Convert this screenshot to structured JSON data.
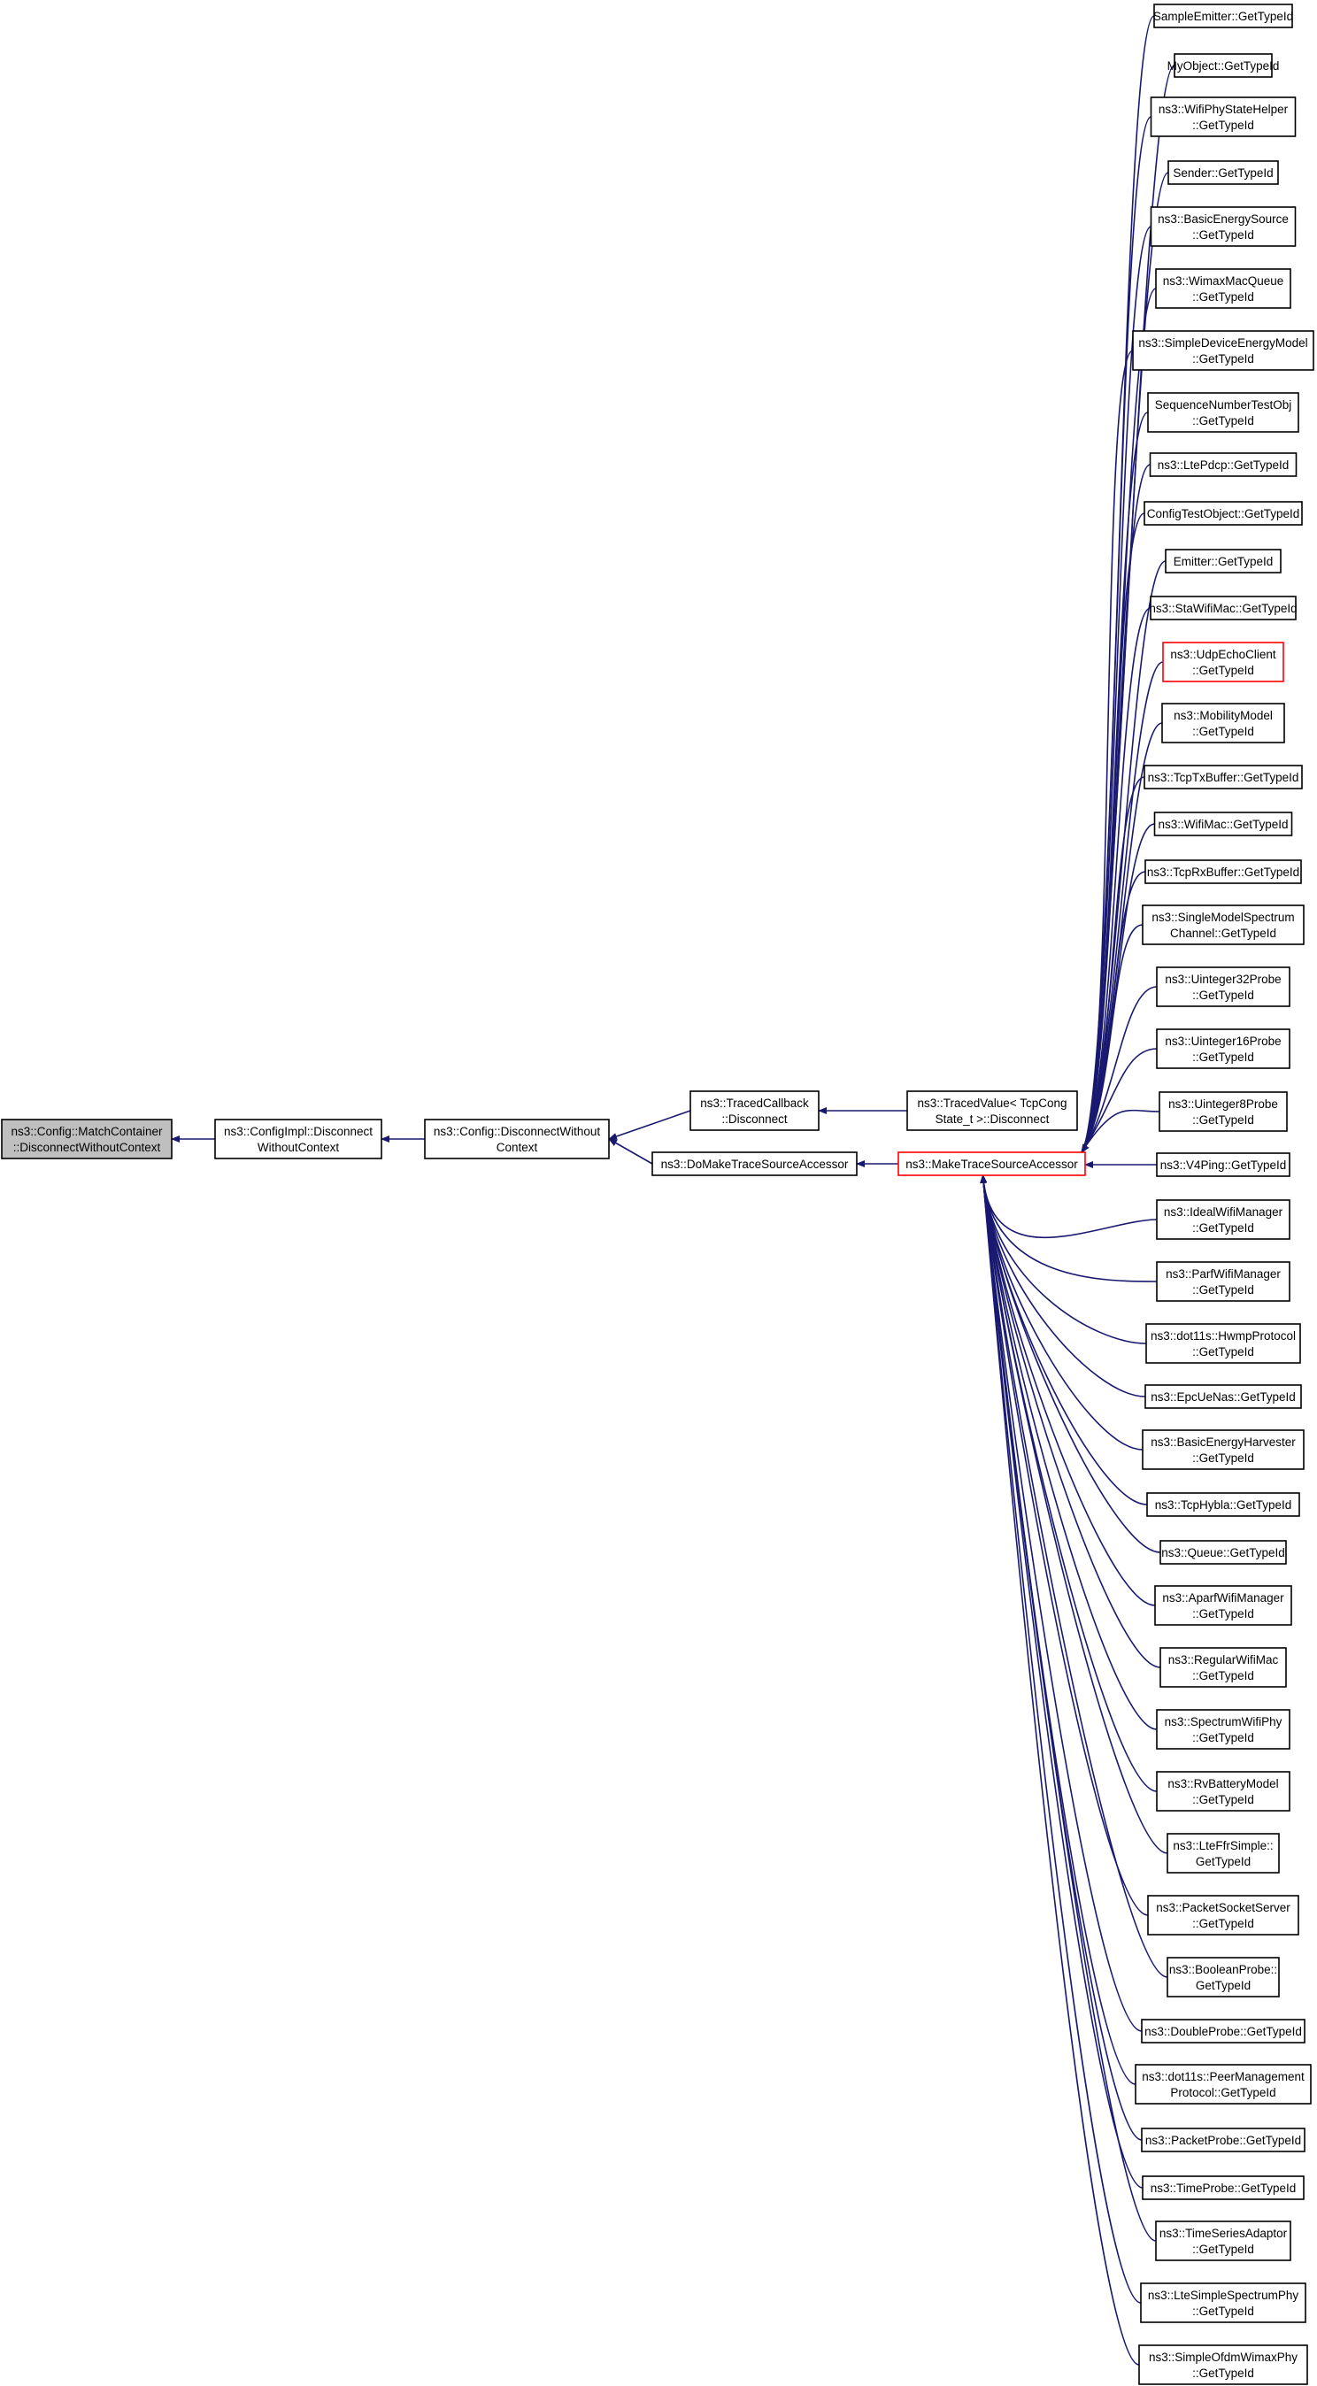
{
  "colors": {
    "edge": "#191970",
    "node_border": "#000000",
    "highlight_border": "#ff0000",
    "root_fill": "#bfbfbf",
    "node_fill": "#ffffff"
  },
  "nodes": [
    {
      "id": "root",
      "lines": [
        "ns3::Config::MatchContainer",
        "::DisconnectWithoutContext"
      ]
    },
    {
      "id": "configimpl",
      "lines": [
        "ns3::ConfigImpl::Disconnect",
        "WithoutContext"
      ]
    },
    {
      "id": "cfgdisc",
      "lines": [
        "ns3::Config::DisconnectWithout",
        "Context"
      ]
    },
    {
      "id": "tracedcb",
      "lines": [
        "ns3::TracedCallback",
        "::Disconnect"
      ]
    },
    {
      "id": "domake",
      "lines": [
        "ns3::DoMakeTraceSourceAccessor"
      ]
    },
    {
      "id": "tracedval",
      "lines": [
        "ns3::TracedValue< TcpCong",
        "State_t >::Disconnect"
      ]
    },
    {
      "id": "maketsa",
      "lines": [
        "ns3::MakeTraceSourceAccessor"
      ]
    },
    {
      "id": "c0",
      "lines": [
        "SampleEmitter::GetTypeId"
      ]
    },
    {
      "id": "c1",
      "lines": [
        "MyObject::GetTypeId"
      ]
    },
    {
      "id": "c2",
      "lines": [
        "ns3::WifiPhyStateHelper",
        "::GetTypeId"
      ]
    },
    {
      "id": "c3",
      "lines": [
        "Sender::GetTypeId"
      ]
    },
    {
      "id": "c4",
      "lines": [
        "ns3::BasicEnergySource",
        "::GetTypeId"
      ]
    },
    {
      "id": "c5",
      "lines": [
        "ns3::WimaxMacQueue",
        "::GetTypeId"
      ]
    },
    {
      "id": "c6",
      "lines": [
        "ns3::SimpleDeviceEnergyModel",
        "::GetTypeId"
      ]
    },
    {
      "id": "c7",
      "lines": [
        "SequenceNumberTestObj",
        "::GetTypeId"
      ]
    },
    {
      "id": "c8",
      "lines": [
        "ns3::LtePdcp::GetTypeId"
      ]
    },
    {
      "id": "c9",
      "lines": [
        "ConfigTestObject::GetTypeId"
      ]
    },
    {
      "id": "c10",
      "lines": [
        "Emitter::GetTypeId"
      ]
    },
    {
      "id": "c11",
      "lines": [
        "ns3::StaWifiMac::GetTypeId"
      ]
    },
    {
      "id": "c12",
      "lines": [
        "ns3::UdpEchoClient",
        "::GetTypeId"
      ]
    },
    {
      "id": "c13",
      "lines": [
        "ns3::MobilityModel",
        "::GetTypeId"
      ]
    },
    {
      "id": "c14",
      "lines": [
        "ns3::TcpTxBuffer::GetTypeId"
      ]
    },
    {
      "id": "c15",
      "lines": [
        "ns3::WifiMac::GetTypeId"
      ]
    },
    {
      "id": "c16",
      "lines": [
        "ns3::TcpRxBuffer::GetTypeId"
      ]
    },
    {
      "id": "c17",
      "lines": [
        "ns3::SingleModelSpectrum",
        "Channel::GetTypeId"
      ]
    },
    {
      "id": "c18",
      "lines": [
        "ns3::Uinteger32Probe",
        "::GetTypeId"
      ]
    },
    {
      "id": "c19",
      "lines": [
        "ns3::Uinteger16Probe",
        "::GetTypeId"
      ]
    },
    {
      "id": "c20",
      "lines": [
        "ns3::Uinteger8Probe",
        "::GetTypeId"
      ]
    },
    {
      "id": "c21",
      "lines": [
        "ns3::V4Ping::GetTypeId"
      ]
    },
    {
      "id": "c22",
      "lines": [
        "ns3::IdealWifiManager",
        "::GetTypeId"
      ]
    },
    {
      "id": "c23",
      "lines": [
        "ns3::ParfWifiManager",
        "::GetTypeId"
      ]
    },
    {
      "id": "c24",
      "lines": [
        "ns3::dot11s::HwmpProtocol",
        "::GetTypeId"
      ]
    },
    {
      "id": "c25",
      "lines": [
        "ns3::EpcUeNas::GetTypeId"
      ]
    },
    {
      "id": "c26",
      "lines": [
        "ns3::BasicEnergyHarvester",
        "::GetTypeId"
      ]
    },
    {
      "id": "c27",
      "lines": [
        "ns3::TcpHybla::GetTypeId"
      ]
    },
    {
      "id": "c28",
      "lines": [
        "ns3::Queue::GetTypeId"
      ]
    },
    {
      "id": "c29",
      "lines": [
        "ns3::AparfWifiManager",
        "::GetTypeId"
      ]
    },
    {
      "id": "c30",
      "lines": [
        "ns3::RegularWifiMac",
        "::GetTypeId"
      ]
    },
    {
      "id": "c31",
      "lines": [
        "ns3::SpectrumWifiPhy",
        "::GetTypeId"
      ]
    },
    {
      "id": "c32",
      "lines": [
        "ns3::RvBatteryModel",
        "::GetTypeId"
      ]
    },
    {
      "id": "c33",
      "lines": [
        "ns3::LteFfrSimple::",
        "GetTypeId"
      ]
    },
    {
      "id": "c34",
      "lines": [
        "ns3::PacketSocketServer",
        "::GetTypeId"
      ]
    },
    {
      "id": "c35",
      "lines": [
        "ns3::BooleanProbe::",
        "GetTypeId"
      ]
    },
    {
      "id": "c36",
      "lines": [
        "ns3::DoubleProbe::GetTypeId"
      ]
    },
    {
      "id": "c37",
      "lines": [
        "ns3::dot11s::PeerManagement",
        "Protocol::GetTypeId"
      ]
    },
    {
      "id": "c38",
      "lines": [
        "ns3::PacketProbe::GetTypeId"
      ]
    },
    {
      "id": "c39",
      "lines": [
        "ns3::TimeProbe::GetTypeId"
      ]
    },
    {
      "id": "c40",
      "lines": [
        "ns3::TimeSeriesAdaptor",
        "::GetTypeId"
      ]
    },
    {
      "id": "c41",
      "lines": [
        "ns3::LteSimpleSpectrumPhy",
        "::GetTypeId"
      ]
    },
    {
      "id": "c42",
      "lines": [
        "ns3::SimpleOfdmWimaxPhy",
        "::GetTypeId"
      ]
    }
  ]
}
